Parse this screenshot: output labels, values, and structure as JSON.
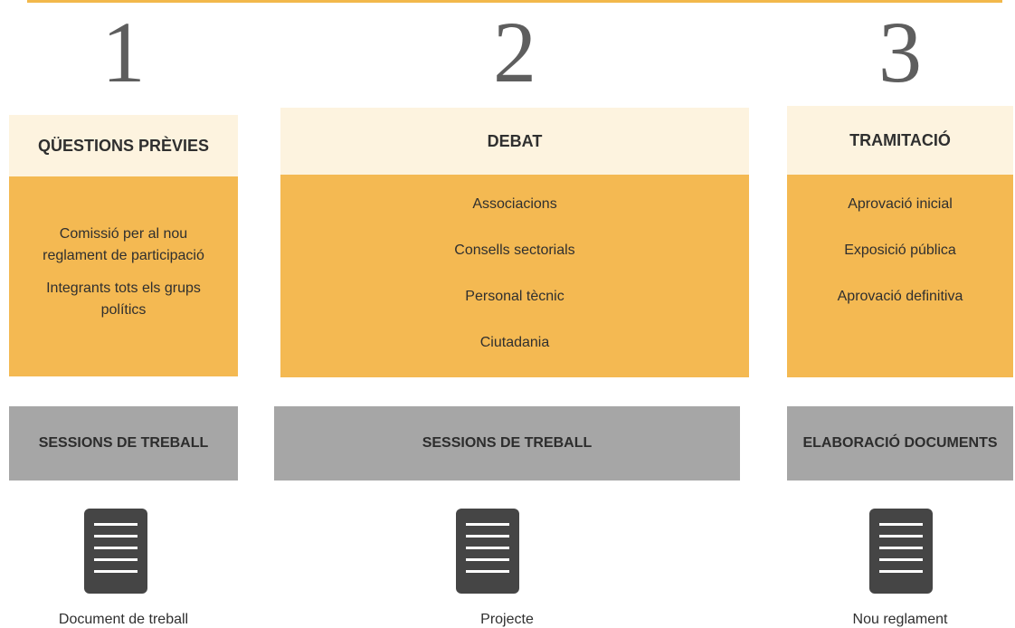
{
  "columns": [
    {
      "number": "1",
      "header": "QÜESTIONS PRÈVIES",
      "items": [
        "Comissió per al nou reglament de participació",
        "Integrants tots els grups polítics"
      ],
      "activity": "SESSIONS DE TREBALL",
      "output": "Document de treball",
      "icon": "document-icon"
    },
    {
      "number": "2",
      "header": "DEBAT",
      "items": [
        "Associacions",
        "Consells sectorials",
        "Personal tècnic",
        "Ciutadania"
      ],
      "activity": "SESSIONS DE TREBALL",
      "output": "Projecte",
      "icon": "document-icon"
    },
    {
      "number": "3",
      "header": "TRAMITACIÓ",
      "items": [
        "Aprovació inicial",
        "Exposició pública",
        "Aprovació definitiva"
      ],
      "activity": "ELABORACIÓ DOCUMENTS",
      "output": "Nou reglament",
      "icon": "document-icon"
    }
  ],
  "colors": {
    "accent_line": "#f2b84b",
    "header_bg": "#fdf3df",
    "body_bg": "#f4b952",
    "activity_bg": "#a6a6a6",
    "icon": "#454545",
    "number": "#5e5e5e"
  }
}
